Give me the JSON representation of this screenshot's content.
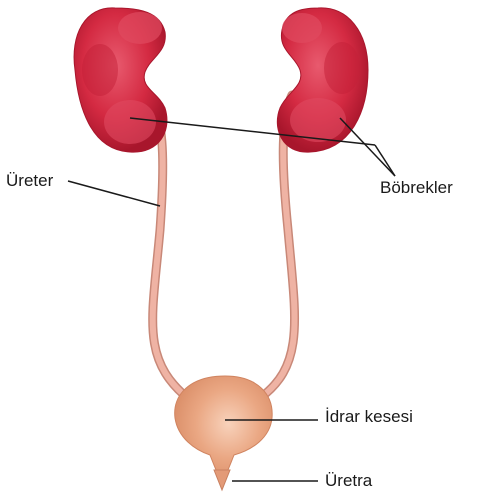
{
  "labels": {
    "ureter": "Üreter",
    "kidneys": "Böbrekler",
    "bladder": "İdrar kesesi",
    "urethra": "Üretra"
  },
  "colors": {
    "kidney_fill": "#d42a42",
    "kidney_shadow": "#b01830",
    "kidney_highlight": "#e85a6e",
    "ureter_fill": "#efb3a4",
    "ureter_outline": "#c88878",
    "bladder_fill": "#e9a27f",
    "bladder_highlight": "#f6c9ae",
    "leader_line": "#1a1a1a"
  }
}
